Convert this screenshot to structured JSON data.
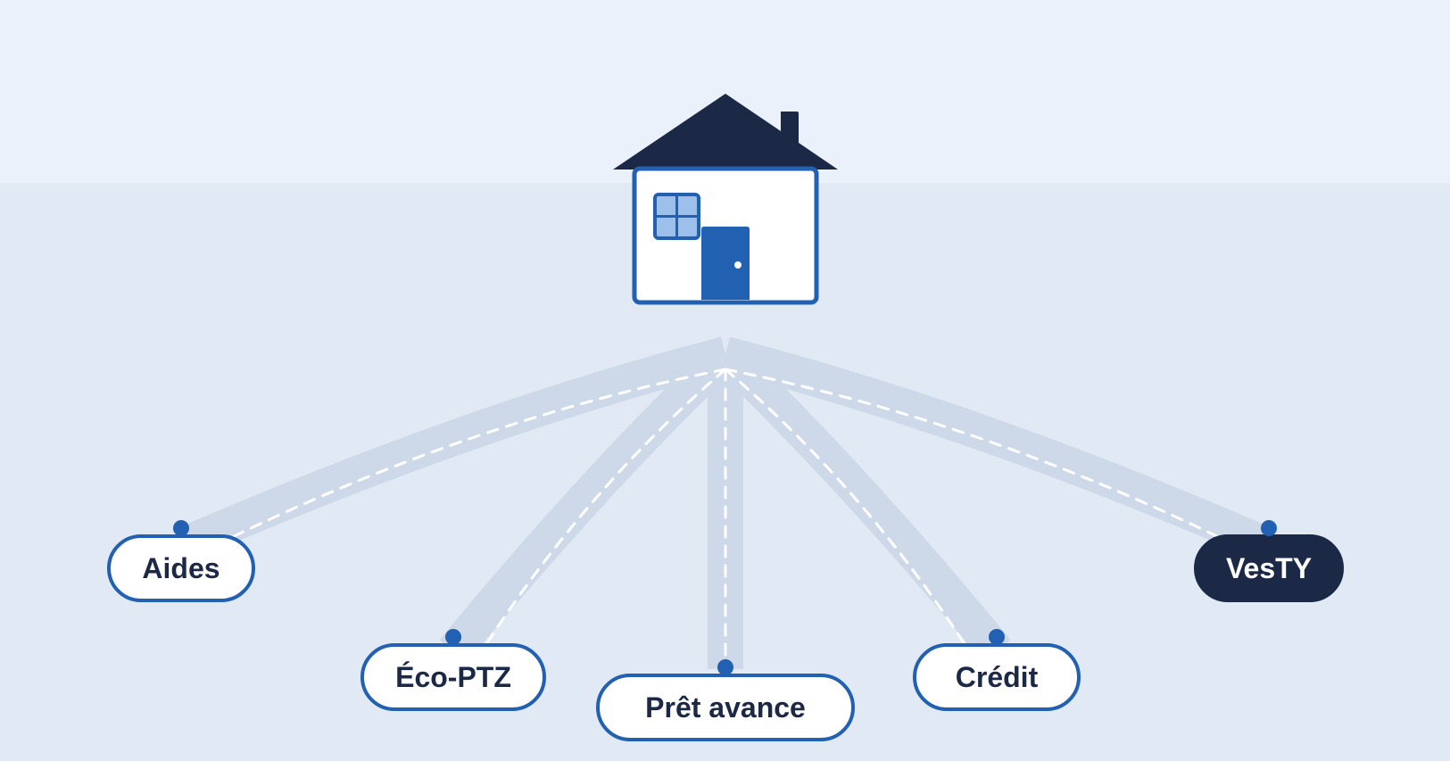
{
  "colors": {
    "sky": "#eaf1fa",
    "ground": "#e1e9f4",
    "road": "#cdd9e8",
    "road_dash": "#ffffff",
    "navy": "#1c2946",
    "blue": "#2260b1",
    "window": "#9dbfeb",
    "node_fill": "#ffffff",
    "highlight_fill": "#1c2946",
    "highlight_text": "#ffffff"
  },
  "house": {
    "icon": "house-icon"
  },
  "nodes": [
    {
      "id": "aides",
      "label": "Aides",
      "highlight": false
    },
    {
      "id": "eco-ptz",
      "label": "Éco-PTZ",
      "highlight": false
    },
    {
      "id": "pret-avance",
      "label": "Prêt avance",
      "highlight": false
    },
    {
      "id": "credit",
      "label": "Crédit",
      "highlight": false
    },
    {
      "id": "vesty",
      "label": "VesTY",
      "highlight": true
    }
  ]
}
